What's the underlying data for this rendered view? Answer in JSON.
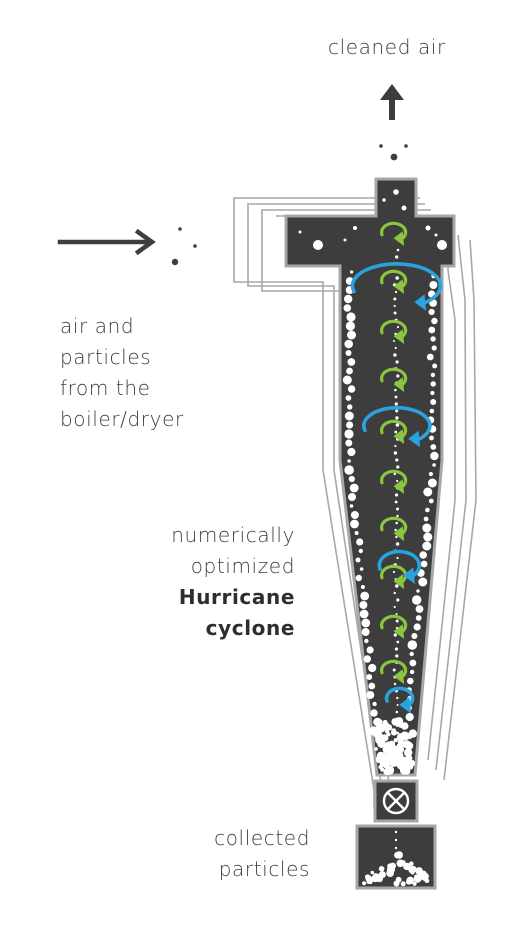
{
  "labels": {
    "cleaned_air": "cleaned air",
    "inlet": [
      "air and",
      "particles",
      "from the",
      "boiler/dryer"
    ],
    "cyclone": {
      "line1": "numerically",
      "line2": "optimized",
      "line3": "Hurricane",
      "line4": "cyclone"
    },
    "collected": [
      "collected",
      "particles"
    ]
  },
  "colors": {
    "body": "#3d3d3d",
    "outline": "#a7a7a7",
    "arrow": "#3d3d3d",
    "swirl_green": "#8cc63f",
    "swirl_blue": "#29a3dd",
    "particle": "#ffffff"
  },
  "icons": [
    "up-arrow-icon",
    "right-arrow-icon",
    "rotary-valve-icon"
  ]
}
